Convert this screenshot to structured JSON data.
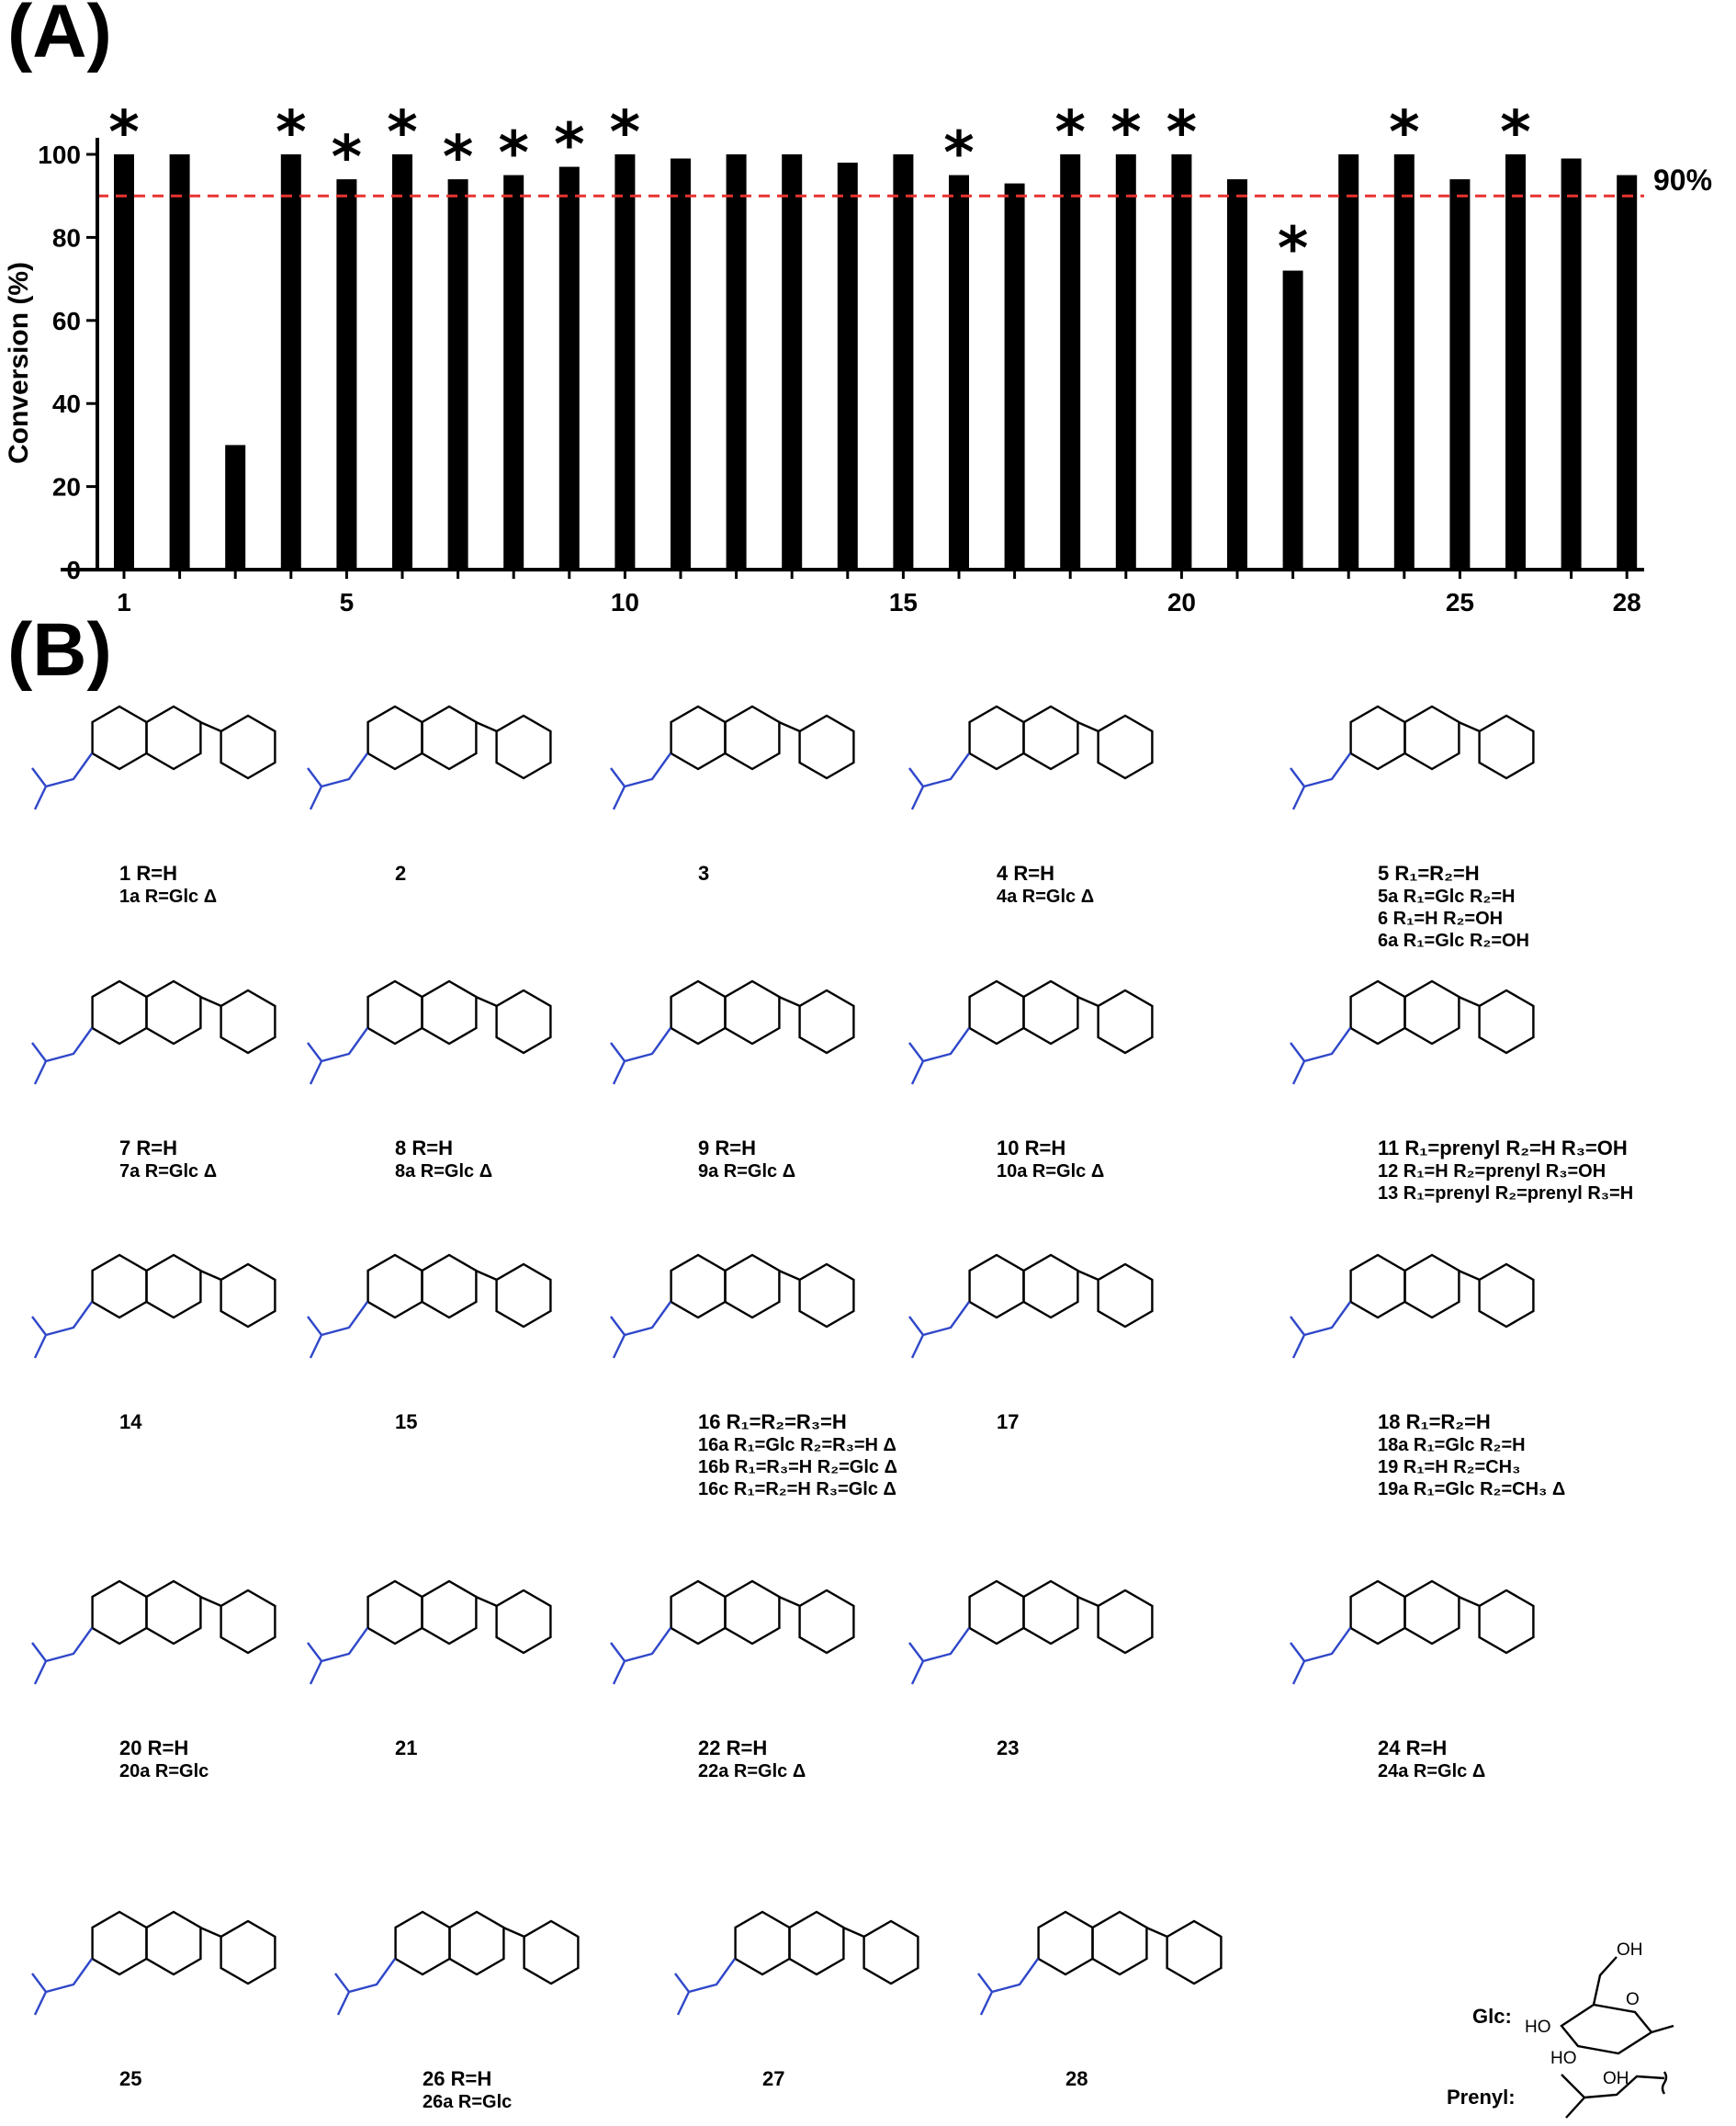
{
  "panel_a_label": "(A)",
  "panel_b_label": "(B)",
  "chart_data": {
    "type": "bar",
    "title": "",
    "xlabel": "",
    "ylabel": "Conversion (%)",
    "ylim": [
      0,
      100
    ],
    "y_ticks": [
      "0",
      "20",
      "40",
      "60",
      "80",
      "100"
    ],
    "x_tick_labels": [
      {
        "x": 1,
        "label": "1"
      },
      {
        "x": 5,
        "label": "5"
      },
      {
        "x": 10,
        "label": "10"
      },
      {
        "x": 15,
        "label": "15"
      },
      {
        "x": 20,
        "label": "20"
      },
      {
        "x": 25,
        "label": "25"
      },
      {
        "x": 28,
        "label": "28"
      }
    ],
    "categories": [
      1,
      2,
      3,
      4,
      5,
      6,
      7,
      8,
      9,
      10,
      11,
      12,
      13,
      14,
      15,
      16,
      17,
      18,
      19,
      20,
      21,
      22,
      23,
      24,
      25,
      26,
      27,
      28
    ],
    "values": [
      100,
      100,
      30,
      100,
      94,
      100,
      94,
      95,
      97,
      100,
      99,
      100,
      100,
      98,
      100,
      95,
      93,
      100,
      100,
      100,
      94,
      72,
      100,
      100,
      94,
      100,
      99,
      95
    ],
    "starred": [
      1,
      4,
      5,
      6,
      7,
      8,
      9,
      10,
      16,
      18,
      19,
      20,
      22,
      24,
      26
    ],
    "star_symbol": "*",
    "reference_line": {
      "value": 90,
      "label": "90%",
      "color": "#e8322e",
      "style": "dashed"
    },
    "bar_color": "#000000",
    "grid": false
  },
  "compounds": [
    {
      "id": "1",
      "defs": [
        "1  R=H",
        "1a R=Glc Δ"
      ]
    },
    {
      "id": "2",
      "defs": [
        "2"
      ]
    },
    {
      "id": "3",
      "defs": [
        "3"
      ]
    },
    {
      "id": "4",
      "defs": [
        "4  R=H",
        "4a R=Glc Δ"
      ]
    },
    {
      "id": "5",
      "defs": [
        "5    R₁=R₂=H",
        "5a R₁=Glc R₂=H",
        "6    R₁=H R₂=OH",
        "6a R₁=Glc R₂=OH"
      ]
    },
    {
      "id": "7",
      "defs": [
        "7  R=H",
        "7a R=Glc Δ"
      ]
    },
    {
      "id": "8",
      "defs": [
        "8  R=H",
        "8a R=Glc Δ"
      ]
    },
    {
      "id": "9",
      "defs": [
        "9  R=H",
        "9a R=Glc Δ"
      ]
    },
    {
      "id": "10",
      "defs": [
        "10  R=H",
        "10a R=Glc Δ"
      ]
    },
    {
      "id": "11",
      "defs": [
        "11 R₁=prenyl R₂=H R₃=OH",
        "12 R₁=H R₂=prenyl R₃=OH",
        "13 R₁=prenyl R₂=prenyl R₃=H"
      ]
    },
    {
      "id": "14",
      "defs": [
        "14"
      ]
    },
    {
      "id": "15",
      "defs": [
        "15"
      ]
    },
    {
      "id": "16",
      "defs": [
        "16   R₁=R₂=R₃=H",
        "16a R₁=Glc R₂=R₃=H Δ",
        "16b R₁=R₃=H R₂=Glc Δ",
        "16c R₁=R₂=H R₃=Glc Δ"
      ]
    },
    {
      "id": "17",
      "defs": [
        "17"
      ]
    },
    {
      "id": "18",
      "defs": [
        "18   R₁=R₂=H",
        "18a R₁=Glc R₂=H",
        "19   R₁=H R₂=CH₃",
        "19a R₁=Glc R₂=CH₃ Δ"
      ]
    },
    {
      "id": "20",
      "defs": [
        "20  R=H",
        "20a R=Glc"
      ]
    },
    {
      "id": "21",
      "defs": [
        "21"
      ]
    },
    {
      "id": "22",
      "defs": [
        "22  R=H",
        "22a R=Glc Δ"
      ]
    },
    {
      "id": "23",
      "defs": [
        "23"
      ]
    },
    {
      "id": "24",
      "defs": [
        "24  R=H",
        "24a R=Glc Δ"
      ]
    },
    {
      "id": "25",
      "defs": [
        "25"
      ]
    },
    {
      "id": "26",
      "defs": [
        "26  R=H",
        "26a R=Glc"
      ]
    },
    {
      "id": "27",
      "defs": [
        "27"
      ]
    },
    {
      "id": "28",
      "defs": [
        "28"
      ]
    }
  ],
  "legend_glc": "Glc:",
  "legend_prenyl": "Prenyl:"
}
